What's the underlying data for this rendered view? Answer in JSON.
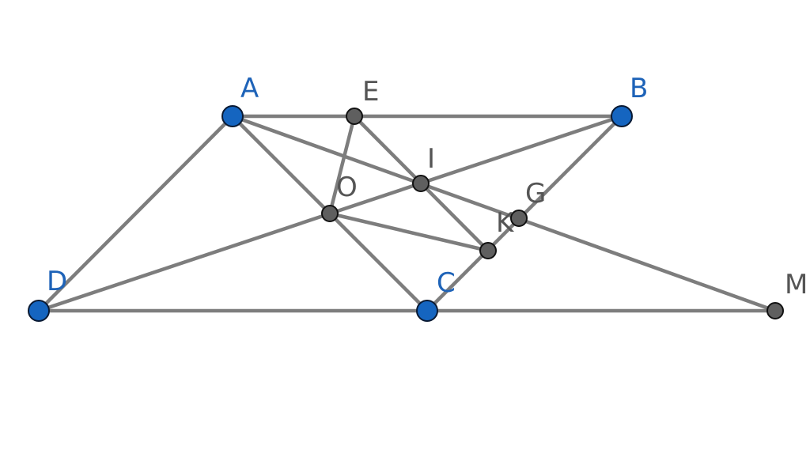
{
  "colors": {
    "segment": "#7d7d7d",
    "free_point": "#1565c0",
    "dependent_point": "#5f5f5f",
    "free_label": "#1e63b8",
    "dependent_label": "#555555"
  },
  "points": {
    "A": {
      "label": "A",
      "kind": "free"
    },
    "B": {
      "label": "B",
      "kind": "free"
    },
    "C": {
      "label": "C",
      "kind": "free"
    },
    "D": {
      "label": "D",
      "kind": "free"
    },
    "E": {
      "label": "E",
      "kind": "dependent"
    },
    "I": {
      "label": "I",
      "kind": "dependent"
    },
    "O": {
      "label": "O",
      "kind": "dependent"
    },
    "G": {
      "label": "G",
      "kind": "dependent"
    },
    "K": {
      "label": "K",
      "kind": "dependent"
    },
    "M": {
      "label": "M",
      "kind": "dependent"
    }
  },
  "segments": [
    [
      "A",
      "B"
    ],
    [
      "D",
      "C"
    ],
    [
      "C",
      "M"
    ],
    [
      "A",
      "D"
    ],
    [
      "C",
      "B"
    ],
    [
      "A",
      "C"
    ],
    [
      "D",
      "B"
    ],
    [
      "A",
      "M"
    ],
    [
      "E",
      "O"
    ],
    [
      "E",
      "K"
    ],
    [
      "O",
      "K"
    ]
  ]
}
